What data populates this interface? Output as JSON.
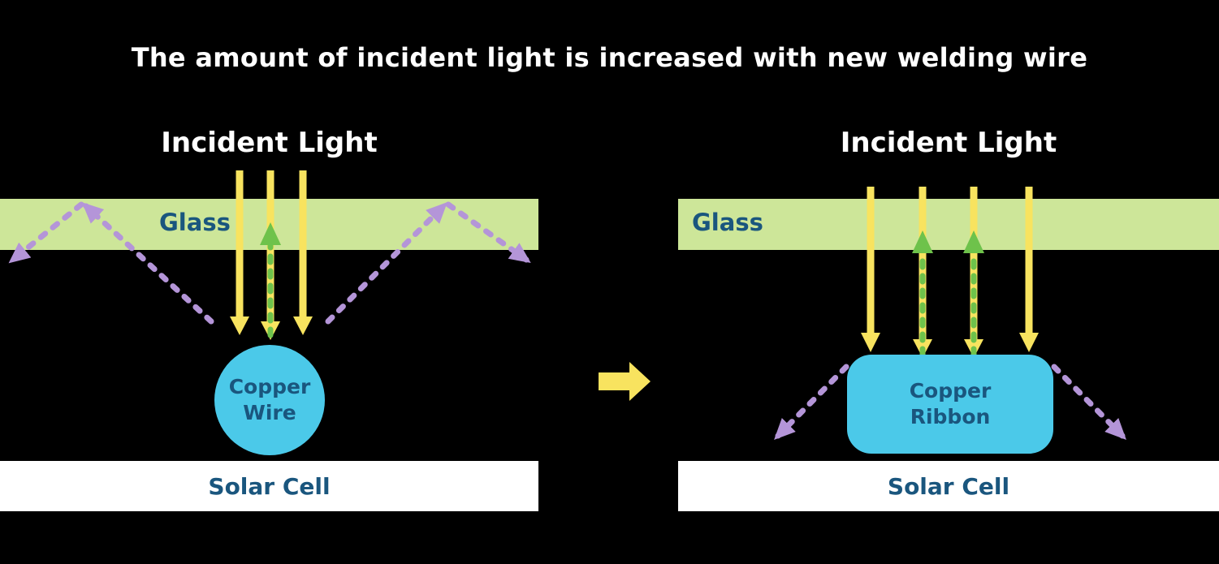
{
  "title": "The amount of incident light is increased with new welding wire",
  "colors": {
    "background": "#000000",
    "title_text": "#ffffff",
    "glass_fill": "#cde699",
    "yellow": "#f8e35f",
    "green": "#6ec24b",
    "purple": "#b495d8",
    "cyan": "#4bc9e9",
    "label_blue": "#1a567e",
    "solar_fill": "#ffffff"
  },
  "left_panel": {
    "incident_light_label": "Incident Light",
    "glass_label": "Glass",
    "conductor_line1": "Copper",
    "conductor_line2": "Wire",
    "solar_cell_label": "Solar Cell"
  },
  "right_panel": {
    "incident_light_label": "Incident Light",
    "glass_label": "Glass",
    "conductor_line1": "Copper",
    "conductor_line2": "Ribbon",
    "solar_cell_label": "Solar Cell"
  },
  "icons": {
    "incident_rays": "yellow-down-arrow",
    "reflected_rays": "green-dashed-up-arrow",
    "lost_light_rays": "purple-dashed-arrow",
    "transition": "yellow-right-block-arrow"
  }
}
